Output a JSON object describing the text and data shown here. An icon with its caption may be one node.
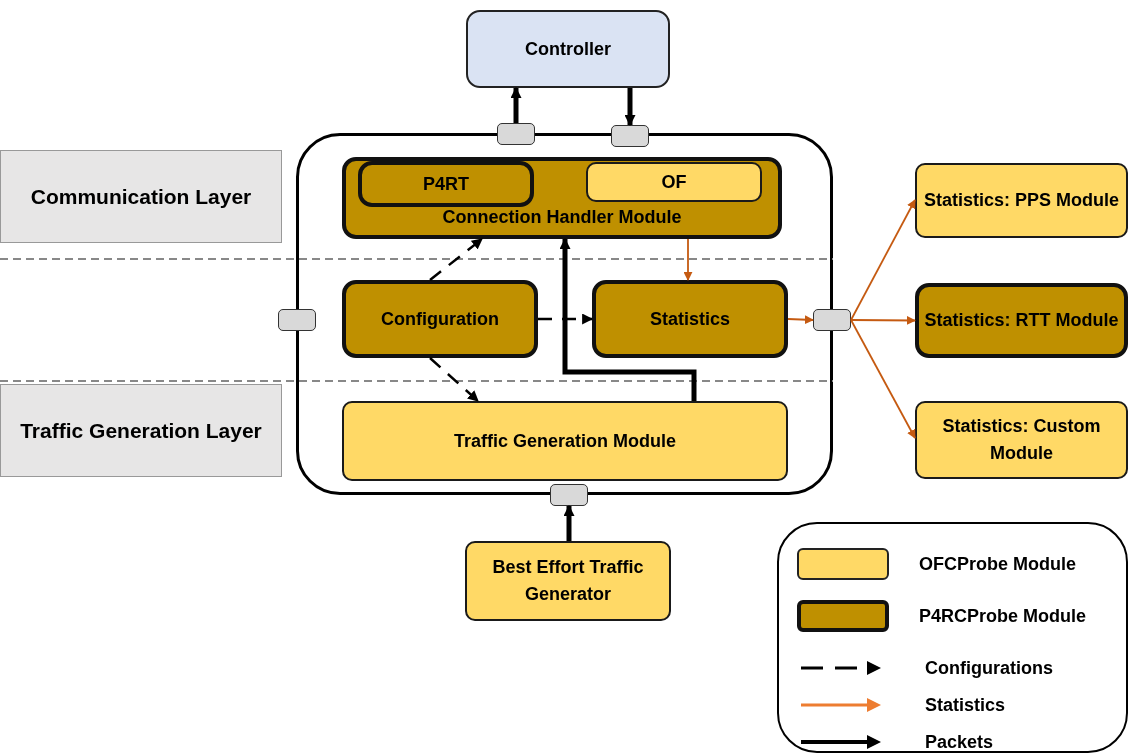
{
  "diagram": {
    "nodes": [
      {
        "text": [
          "Controller"
        ]
      },
      {
        "text": [],
        "shape": "box"
      },
      {
        "text": [
          "Connection Handler Module"
        ],
        "in": 1
      },
      {
        "text": [
          "P4RT"
        ],
        "in": 2
      },
      {
        "text": [
          "OF"
        ],
        "in": 2
      },
      {
        "text": [
          "Configuration"
        ],
        "in": 1
      },
      {
        "text": [
          "Statistics"
        ],
        "in": 1
      },
      {
        "text": [
          "Traffic Generation Module"
        ],
        "in": 1
      },
      {
        "text": [
          "Best Effort Traffic Generator"
        ]
      },
      {
        "text": [
          "Statistics: PPS Module"
        ]
      },
      {
        "text": [
          "Statistics: RTT Module"
        ]
      },
      {
        "text": [
          "Statistics: Custom Module"
        ]
      },
      {
        "text": [
          "Communication Layer"
        ]
      },
      {
        "text": [
          "Traffic Generation Layer"
        ]
      },
      {
        "text": [],
        "shape": "box"
      },
      {
        "text": [],
        "shape": "box"
      },
      {
        "text": [],
        "shape": "box"
      },
      {
        "text": [],
        "shape": "box"
      },
      {
        "text": [],
        "shape": "box"
      }
    ],
    "edges": [
      {
        "from": 14,
        "to": 0,
        "arrow": "to",
        "style": "thick"
      },
      {
        "from": 0,
        "to": 15,
        "arrow": "to",
        "style": "thick"
      },
      {
        "from": 8,
        "to": 18,
        "arrow": "to",
        "style": "thick"
      },
      {
        "from": 5,
        "to": 2,
        "arrow": "to",
        "style": "dashed"
      },
      {
        "from": 5,
        "to": 6,
        "arrow": "to",
        "style": "dashed"
      },
      {
        "from": 5,
        "to": 7,
        "arrow": "to",
        "style": "dashed"
      },
      {
        "from": 2,
        "to": 6,
        "arrow": "to",
        "color": "#c55a11"
      },
      {
        "from": 7,
        "to": 2,
        "arrow": "to",
        "style": "thick"
      },
      {
        "from": 6,
        "to": 17,
        "arrow": "to",
        "color": "#c55a11"
      },
      {
        "from": 17,
        "to": 9,
        "arrow": "to",
        "color": "#c55a11"
      },
      {
        "from": 17,
        "to": 10,
        "arrow": "to",
        "color": "#c55a11"
      },
      {
        "from": 17,
        "to": 11,
        "arrow": "to",
        "color": "#c55a11"
      }
    ],
    "legend": [
      {
        "text": "OFCProbe Module",
        "color": "#ffd966"
      },
      {
        "text": "P4RCProbe Module",
        "color": "#bf9000"
      },
      {
        "text": "Configurations"
      },
      {
        "text": "Statistics"
      },
      {
        "text": "Packets"
      }
    ]
  }
}
